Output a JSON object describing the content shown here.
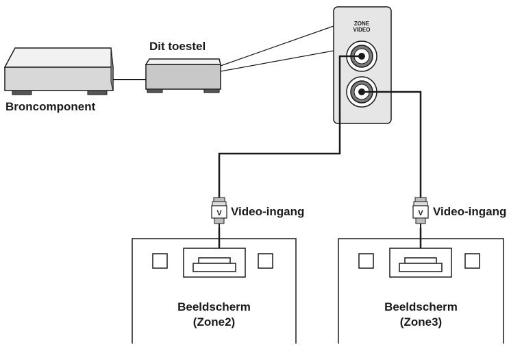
{
  "labels": {
    "source": "Broncomponent",
    "unit": "Dit toestel",
    "zone_video_line1": "ZONE",
    "zone_video_line2": "VIDEO",
    "video_input_left": "Video-ingang",
    "video_input_right": "Video-ingang",
    "monitor_left_title": "Beeldscherm",
    "monitor_left_zone": "(Zone2)",
    "monitor_right_title": "Beeldscherm",
    "monitor_right_zone": "(Zone3)"
  },
  "plug_letter": "V",
  "colors": {
    "line": "#1a1a1a",
    "panel_fill": "#e6e6e6",
    "device_fill": "#dcdcdc",
    "device_side": "#9a9a9a",
    "device_top": "#f2f2f2"
  }
}
